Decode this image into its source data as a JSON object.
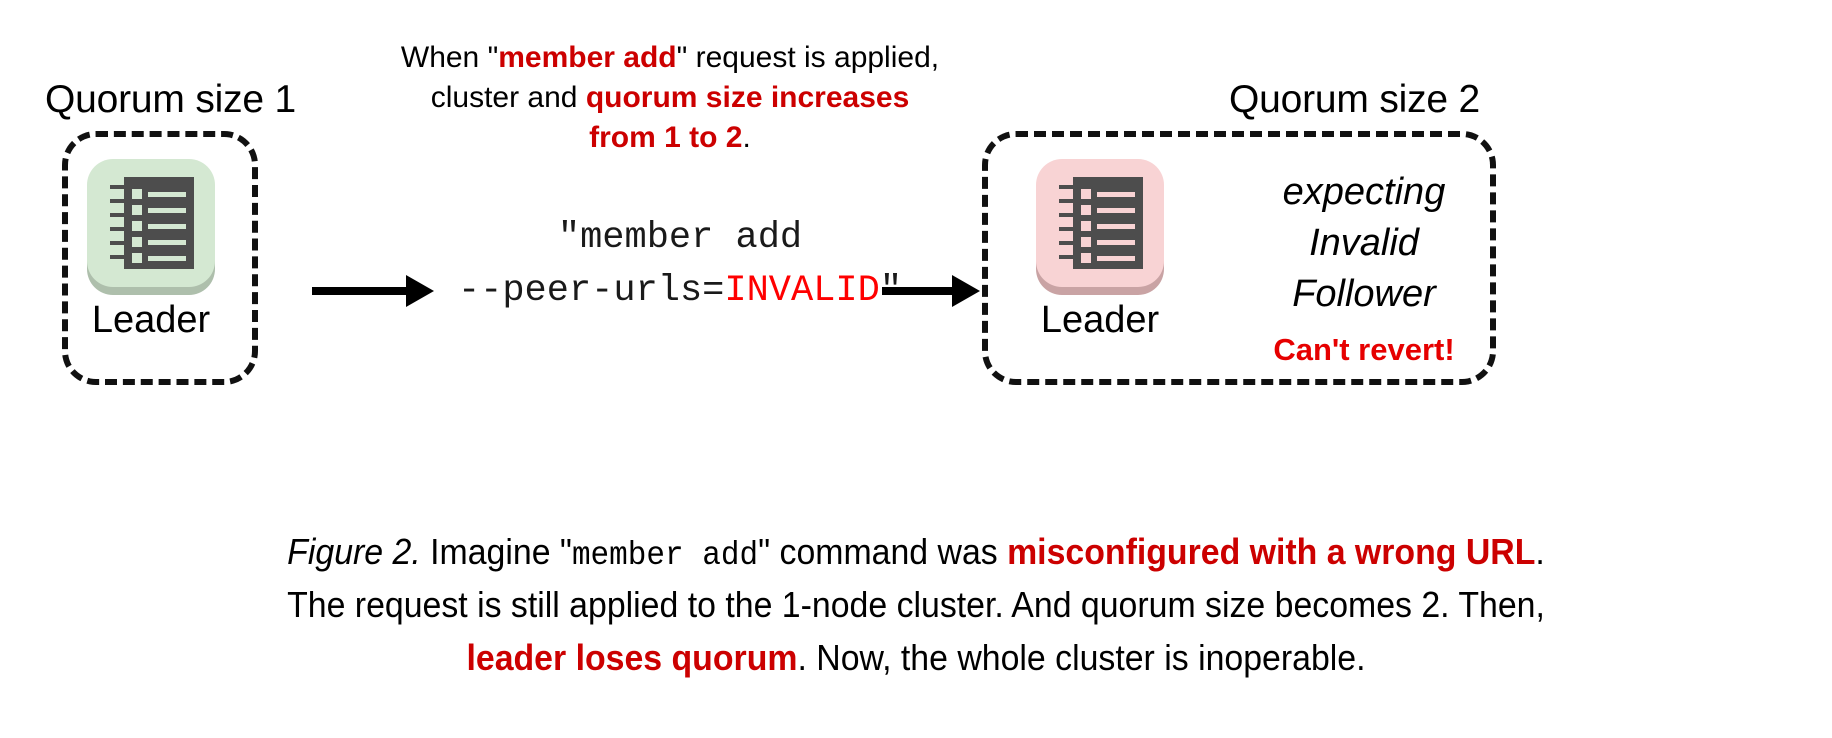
{
  "figure": {
    "left_cluster": {
      "title": "Quorum size 1",
      "node_label": "Leader",
      "node_icon": "ledger-icon",
      "tile_color": "#d4e8d2"
    },
    "right_cluster": {
      "title": "Quorum size 2",
      "node_label": "Leader",
      "node_icon": "ledger-icon",
      "tile_color": "#f8d3d4",
      "status_line_1": "expecting",
      "status_line_2": "Invalid",
      "status_line_3": "Follower",
      "alert": "Can't revert!"
    },
    "note": {
      "line1_a": "When \"",
      "line1_b": "member add",
      "line1_c": "\" request is applied,",
      "line2_a": "cluster and ",
      "line2_b": "quorum size increases",
      "line3_b": "from 1 to 2",
      "line3_c": "."
    },
    "command": {
      "line1": "\"member add",
      "line2_a": "--peer-urls=",
      "line2_invalid": "INVALID",
      "line2_b": "\""
    },
    "arrows": [
      {
        "name": "arrow-left-to-command"
      },
      {
        "name": "arrow-command-to-right"
      }
    ],
    "caption": {
      "label": "Figure 2.",
      "l1_a": " Imagine \"",
      "l1_mono": "member add",
      "l1_b": "\" command was ",
      "l1_red": "misconfigured with a wrong URL",
      "l1_c": ".",
      "l2": "The request is still applied to the 1-node cluster. And quorum size becomes 2. Then,",
      "l3_red": "leader loses quorum",
      "l3_b": ". Now, the whole cluster is inoperable."
    },
    "colors": {
      "accent_red": "#cc0000",
      "alert_red": "#e60000",
      "invalid_red": "#ff0000",
      "green_tile": "#d4e8d2",
      "pink_tile": "#f8d3d4",
      "icon_dark": "#4d4d4d"
    }
  }
}
